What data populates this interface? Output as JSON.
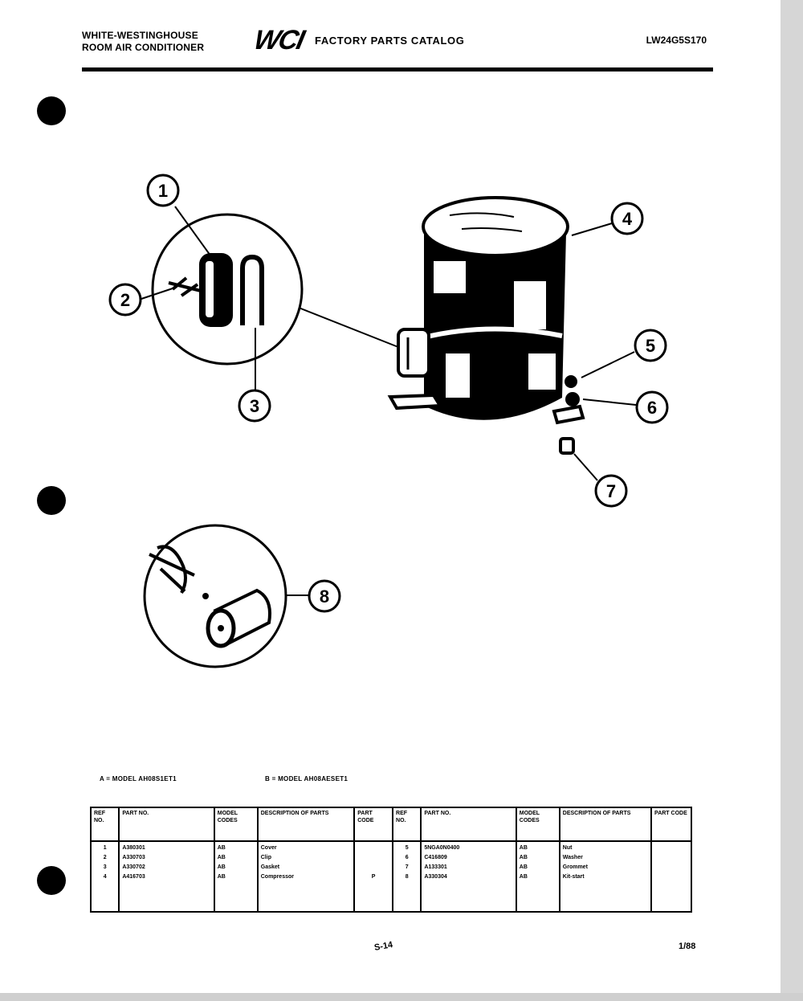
{
  "header": {
    "brand_line_1": "WHITE-WESTINGHOUSE",
    "brand_line_2": "ROOM AIR CONDITIONER",
    "logo": "WCI",
    "catalog_title": "FACTORY PARTS CATALOG",
    "doc_number": "LW24G5S170"
  },
  "callouts": [
    "1",
    "2",
    "3",
    "4",
    "5",
    "6",
    "7",
    "8"
  ],
  "models": {
    "a": "A = MODEL AH08S1ET1",
    "b": "B = MODEL AH08AESET1"
  },
  "table": {
    "headers": {
      "ref_no": "REF NO.",
      "part_no": "PART NO.",
      "model_codes": "MODEL CODES",
      "description": "DESCRIPTION OF PARTS",
      "part_code": "PART CODE"
    },
    "left": {
      "refs": [
        "1",
        "2",
        "3",
        "4"
      ],
      "parts": [
        "A380301",
        "A330703",
        "A330702",
        "A416703"
      ],
      "codes": [
        "AB",
        "AB",
        "AB",
        "AB"
      ],
      "descriptions": [
        "Cover",
        "Clip",
        "Gasket",
        "Compressor"
      ],
      "part_codes": [
        "P"
      ]
    },
    "right": {
      "refs": [
        "5",
        "6",
        "7",
        "8"
      ],
      "parts": [
        "5NGA0N0400",
        "C416809",
        "A133301",
        "A330304"
      ],
      "codes": [
        "AB",
        "AB",
        "AB",
        "AB"
      ],
      "descriptions": [
        "Nut",
        "Washer",
        "Grommet",
        "Kit-start"
      ]
    }
  },
  "footer": {
    "page_code": "S-14",
    "date_code": "1/88"
  }
}
